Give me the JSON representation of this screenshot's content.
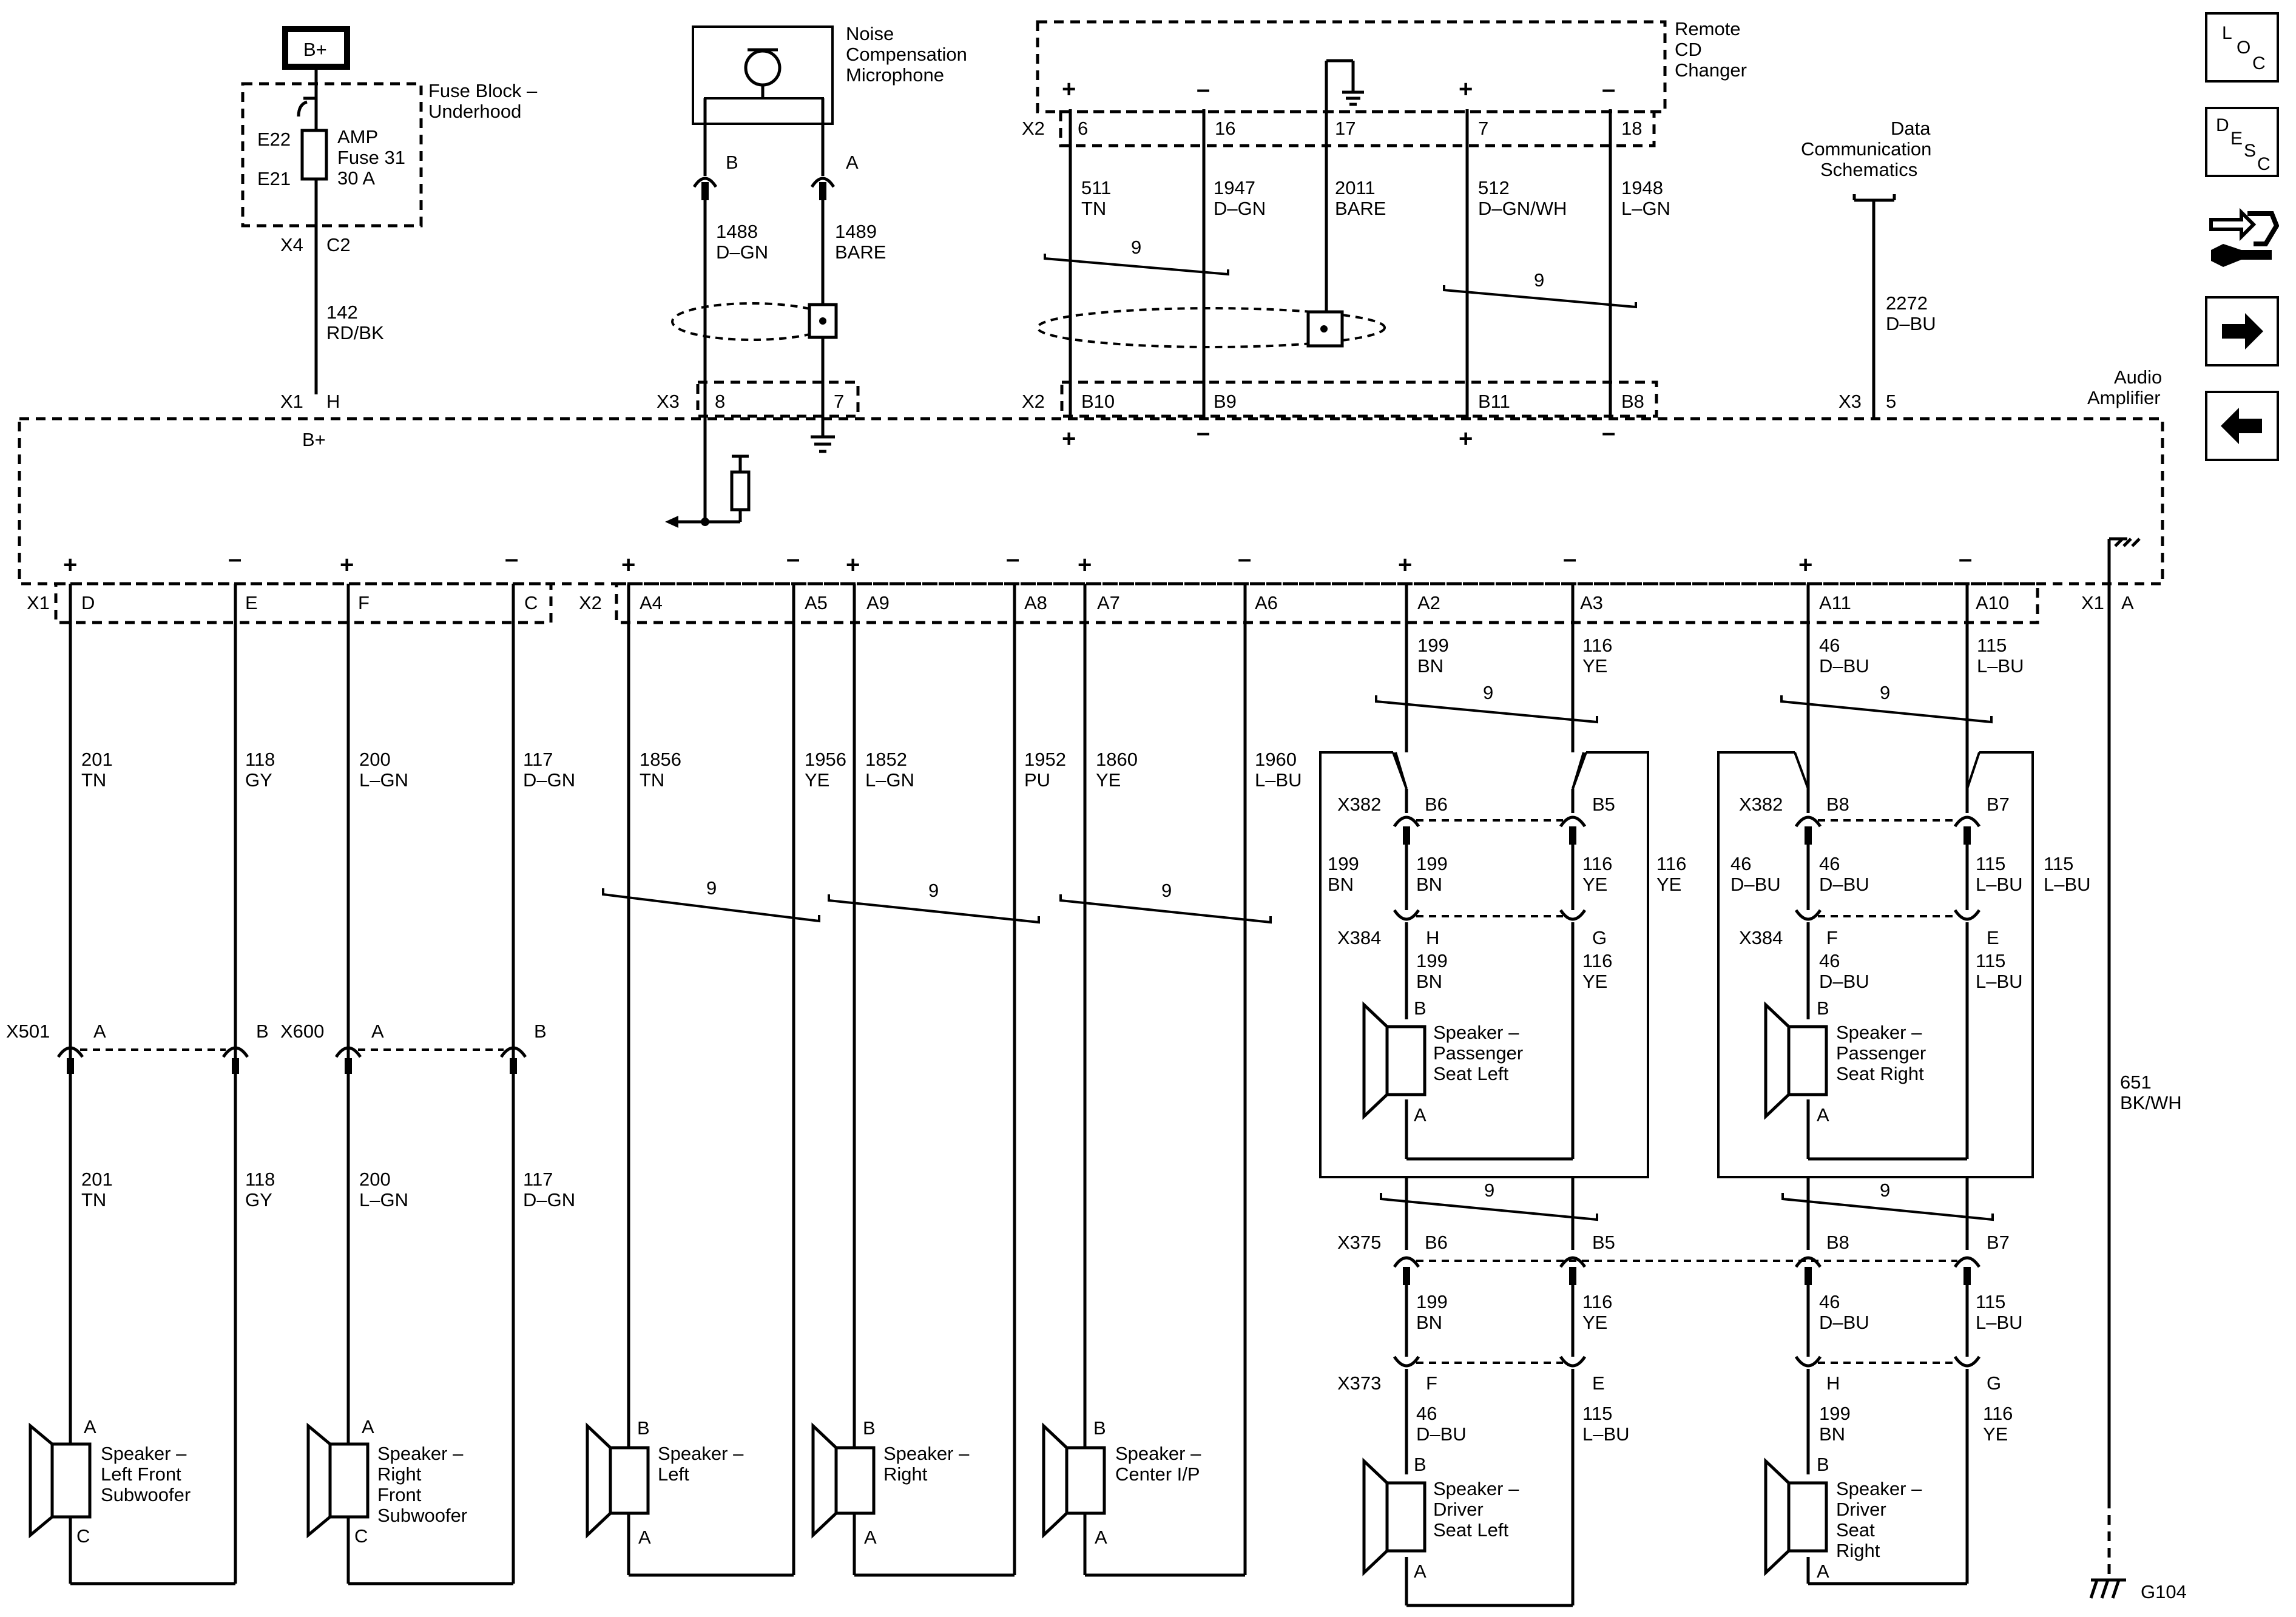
{
  "nav": {
    "loc": [
      "L",
      "O",
      "C"
    ],
    "desc": [
      "D",
      "E",
      "S",
      "C"
    ]
  },
  "labels": {
    "b_plus_box": "B+",
    "fuse_block": [
      "Fuse Block –",
      "Underhood"
    ],
    "e22": "E22",
    "e21": "E21",
    "fuse_text": [
      "AMP",
      "Fuse 31",
      "30 A"
    ],
    "x4": "X4",
    "c2": "C2",
    "w142": [
      "142",
      "RD/BK"
    ],
    "x1_top": "X1",
    "h_top": "H",
    "b_plus_amp": "B+",
    "mic": [
      "Noise",
      "Compensation",
      "Microphone"
    ],
    "mic_b": "B",
    "mic_a": "A",
    "w1488": [
      "1488",
      "D–GN"
    ],
    "w1489": [
      "1489",
      "BARE"
    ],
    "x3_top": "X3",
    "p8": "8",
    "p7": "7",
    "cd": [
      "Remote",
      "CD",
      "Changer"
    ],
    "x2_cd": "X2",
    "cd_pins": [
      "6",
      "16",
      "17",
      "7",
      "18"
    ],
    "w511": [
      "511",
      "TN"
    ],
    "w1947": [
      "1947",
      "D–GN"
    ],
    "w2011": [
      "2011",
      "BARE"
    ],
    "w512": [
      "512",
      "D–GN/WH"
    ],
    "w1948": [
      "1948",
      "L–GN"
    ],
    "twist9": "9",
    "x2_amp": "X2",
    "amp_b_pins": [
      "B10",
      "B9",
      "B11",
      "B8"
    ],
    "dcs": [
      "Data",
      "Communication",
      "Schematics"
    ],
    "w2272": [
      "2272",
      "D–BU"
    ],
    "x3_5": "X3",
    "p5": "5",
    "amp": [
      "Audio",
      "Amplifier"
    ],
    "x1_bot": "X1",
    "x1_pins": [
      "D",
      "E",
      "F",
      "C"
    ],
    "x2_bot": "X2",
    "x2_pins": [
      "A4",
      "A5",
      "A9",
      "A8",
      "A7",
      "A6",
      "A2",
      "A3",
      "A11",
      "A10"
    ],
    "x1_a": "X1",
    "pin_a": "A",
    "w201": [
      "201",
      "TN"
    ],
    "w118": [
      "118",
      "GY"
    ],
    "w200": [
      "200",
      "L–GN"
    ],
    "w117": [
      "117",
      "D–GN"
    ],
    "w1856": [
      "1856",
      "TN"
    ],
    "w1956": [
      "1956",
      "YE"
    ],
    "w1852": [
      "1852",
      "L–GN"
    ],
    "w1952": [
      "1952",
      "PU"
    ],
    "w1860": [
      "1860",
      "YE"
    ],
    "w1960": [
      "1960",
      "L–BU"
    ],
    "w199": [
      "199",
      "BN"
    ],
    "w116": [
      "116",
      "YE"
    ],
    "w46": [
      "46",
      "D–BU"
    ],
    "w115": [
      "115",
      "L–BU"
    ],
    "x501": "X501",
    "x600": "X600",
    "pa": "A",
    "pb": "B",
    "pc": "C",
    "x382": "X382",
    "x384": "X384",
    "x375": "X375",
    "x373": "X373",
    "b6": "B6",
    "b5": "B5",
    "b8": "B8",
    "b7": "B7",
    "ph": "H",
    "pg": "G",
    "pf": "F",
    "pe": "E",
    "spk_lfs": [
      "Speaker –",
      "Left Front",
      "Subwoofer"
    ],
    "spk_rfs": [
      "Speaker –",
      "Right",
      "Front",
      "Subwoofer"
    ],
    "spk_l": [
      "Speaker –",
      "Left"
    ],
    "spk_r": [
      "Speaker –",
      "Right"
    ],
    "spk_c": [
      "Speaker –",
      "Center I/P"
    ],
    "spk_psl": [
      "Speaker –",
      "Passenger",
      "Seat Left"
    ],
    "spk_psr": [
      "Speaker –",
      "Passenger",
      "Seat Right"
    ],
    "spk_dsl": [
      "Speaker –",
      "Driver",
      "Seat Left"
    ],
    "spk_dsr": [
      "Speaker –",
      "Driver",
      "Seat",
      "Right"
    ],
    "w651": [
      "651",
      "BK/WH"
    ],
    "g104": "G104"
  }
}
